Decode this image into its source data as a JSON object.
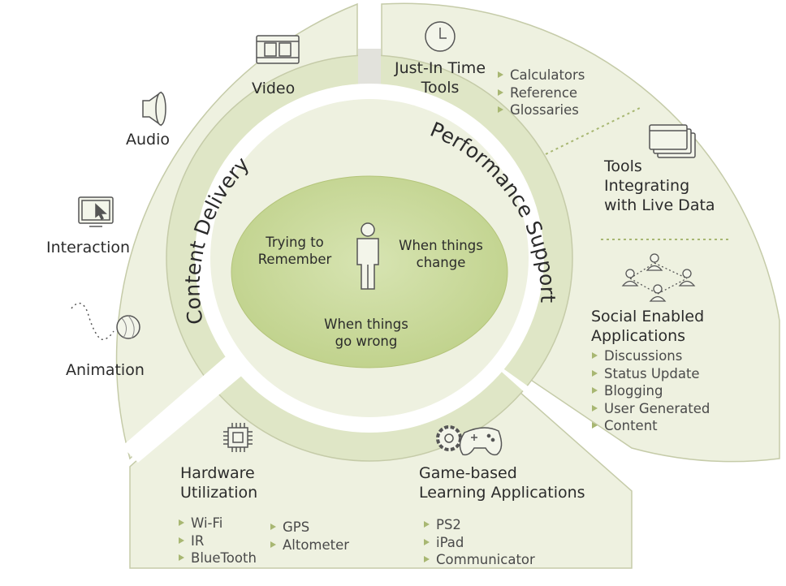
{
  "content_delivery": {
    "title": "Content Delivery",
    "video": "Video",
    "audio": "Audio",
    "interaction": "Interaction",
    "animation": "Animation"
  },
  "performance_support": {
    "title": "Performance Support",
    "jit_line1": "Just-In Time",
    "jit_line2": "Tools",
    "jit_items": [
      "Calculators",
      "Reference",
      "Glossaries"
    ],
    "live_line1": "Tools",
    "live_line2": "Integrating",
    "live_line3": "with Live Data",
    "social_line1": "Social Enabled",
    "social_line2": "Applications",
    "social_items": [
      "Discussions",
      "Status Update",
      "Blogging",
      "User Generated"
    ],
    "social_items_cont": "Content"
  },
  "center": {
    "trying_line1": "Trying to",
    "trying_line2": "Remember",
    "change_line1": "When things",
    "change_line2": "change",
    "wrong_line1": "When things",
    "wrong_line2": "go wrong"
  },
  "bottom": {
    "hardware_line1": "Hardware",
    "hardware_line2": "Utilization",
    "hardware_items_left": [
      "Wi-Fi",
      "IR",
      "BlueTooth"
    ],
    "hardware_items_right": [
      "GPS",
      "Altometer"
    ],
    "game_line1": "Game-based",
    "game_line2": "Learning Applications",
    "game_items": [
      "PS2",
      "iPad",
      "Communicator"
    ]
  },
  "colors": {
    "panel_fill": "#eef1e0",
    "panel_stroke": "#c5cba8",
    "ring_fill": "#dfe6c6",
    "center_fill": "#c8d99a",
    "bullet": "#a8b772",
    "gap": "#cbcbbf"
  }
}
